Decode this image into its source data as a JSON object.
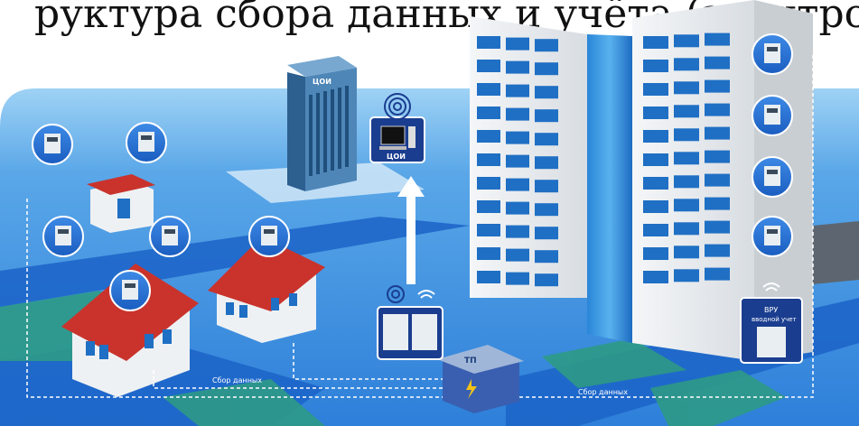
{
  "header": {
    "partial_caption": "руктура сбора данных и учёта (электро"
  },
  "labels": {
    "data_center": "ЦОИ",
    "data_center_sign": "ЦОИ",
    "substation": "ТП",
    "vru_line1": "ВРУ",
    "vru_line2": "вводной учет",
    "data_collection_left": "Сбор данных",
    "data_collection_right": "Сбор данных"
  },
  "colors": {
    "ground": "#3e8fe0",
    "ground_light": "#7fc0f0",
    "road": "#1c64c8",
    "grass": "#2e9a86",
    "building_facade": "#e9ecef",
    "window": "#1f6fc4",
    "roof": "#c9332c",
    "bubble": "#2a72d6",
    "badge": "#1a3d8f"
  },
  "icons": [
    "wifi-icon",
    "electric-meter-icon",
    "computer-icon",
    "antenna-icon",
    "arrow-up-icon",
    "high-voltage-icon"
  ]
}
